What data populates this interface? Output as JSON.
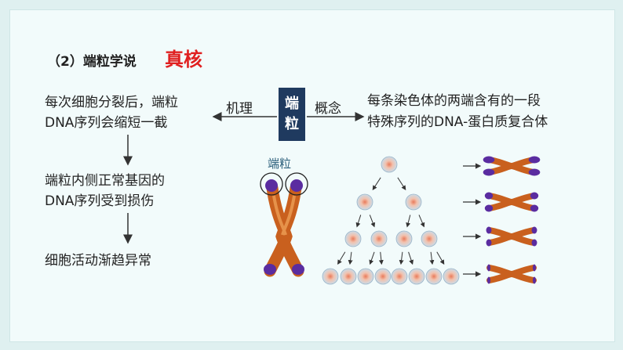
{
  "section": {
    "number_label": "（2）端粒学说",
    "badge": "真核"
  },
  "center_box": {
    "char1": "端",
    "char2": "粒"
  },
  "left_arrow_label": "机理",
  "right_arrow_label": "概念",
  "definition": {
    "line1": "每条染色体的两端含有的一段",
    "line2": "特殊序列的DNA-蛋白质复合体"
  },
  "mechanism_steps": [
    {
      "line1": "每次细胞分裂后，端粒",
      "line2": "DNA序列会缩短一截"
    },
    {
      "line1": "端粒内侧正常基因的",
      "line2": "DNA序列受到损伤"
    },
    {
      "line1": "细胞活动渐趋异常"
    }
  ],
  "chromosome_label": "端粒",
  "colors": {
    "accent_red": "#e02020",
    "box_navy": "#1f3a5f",
    "chromosome": "#c9601e",
    "telomere": "#5a2ca0"
  }
}
